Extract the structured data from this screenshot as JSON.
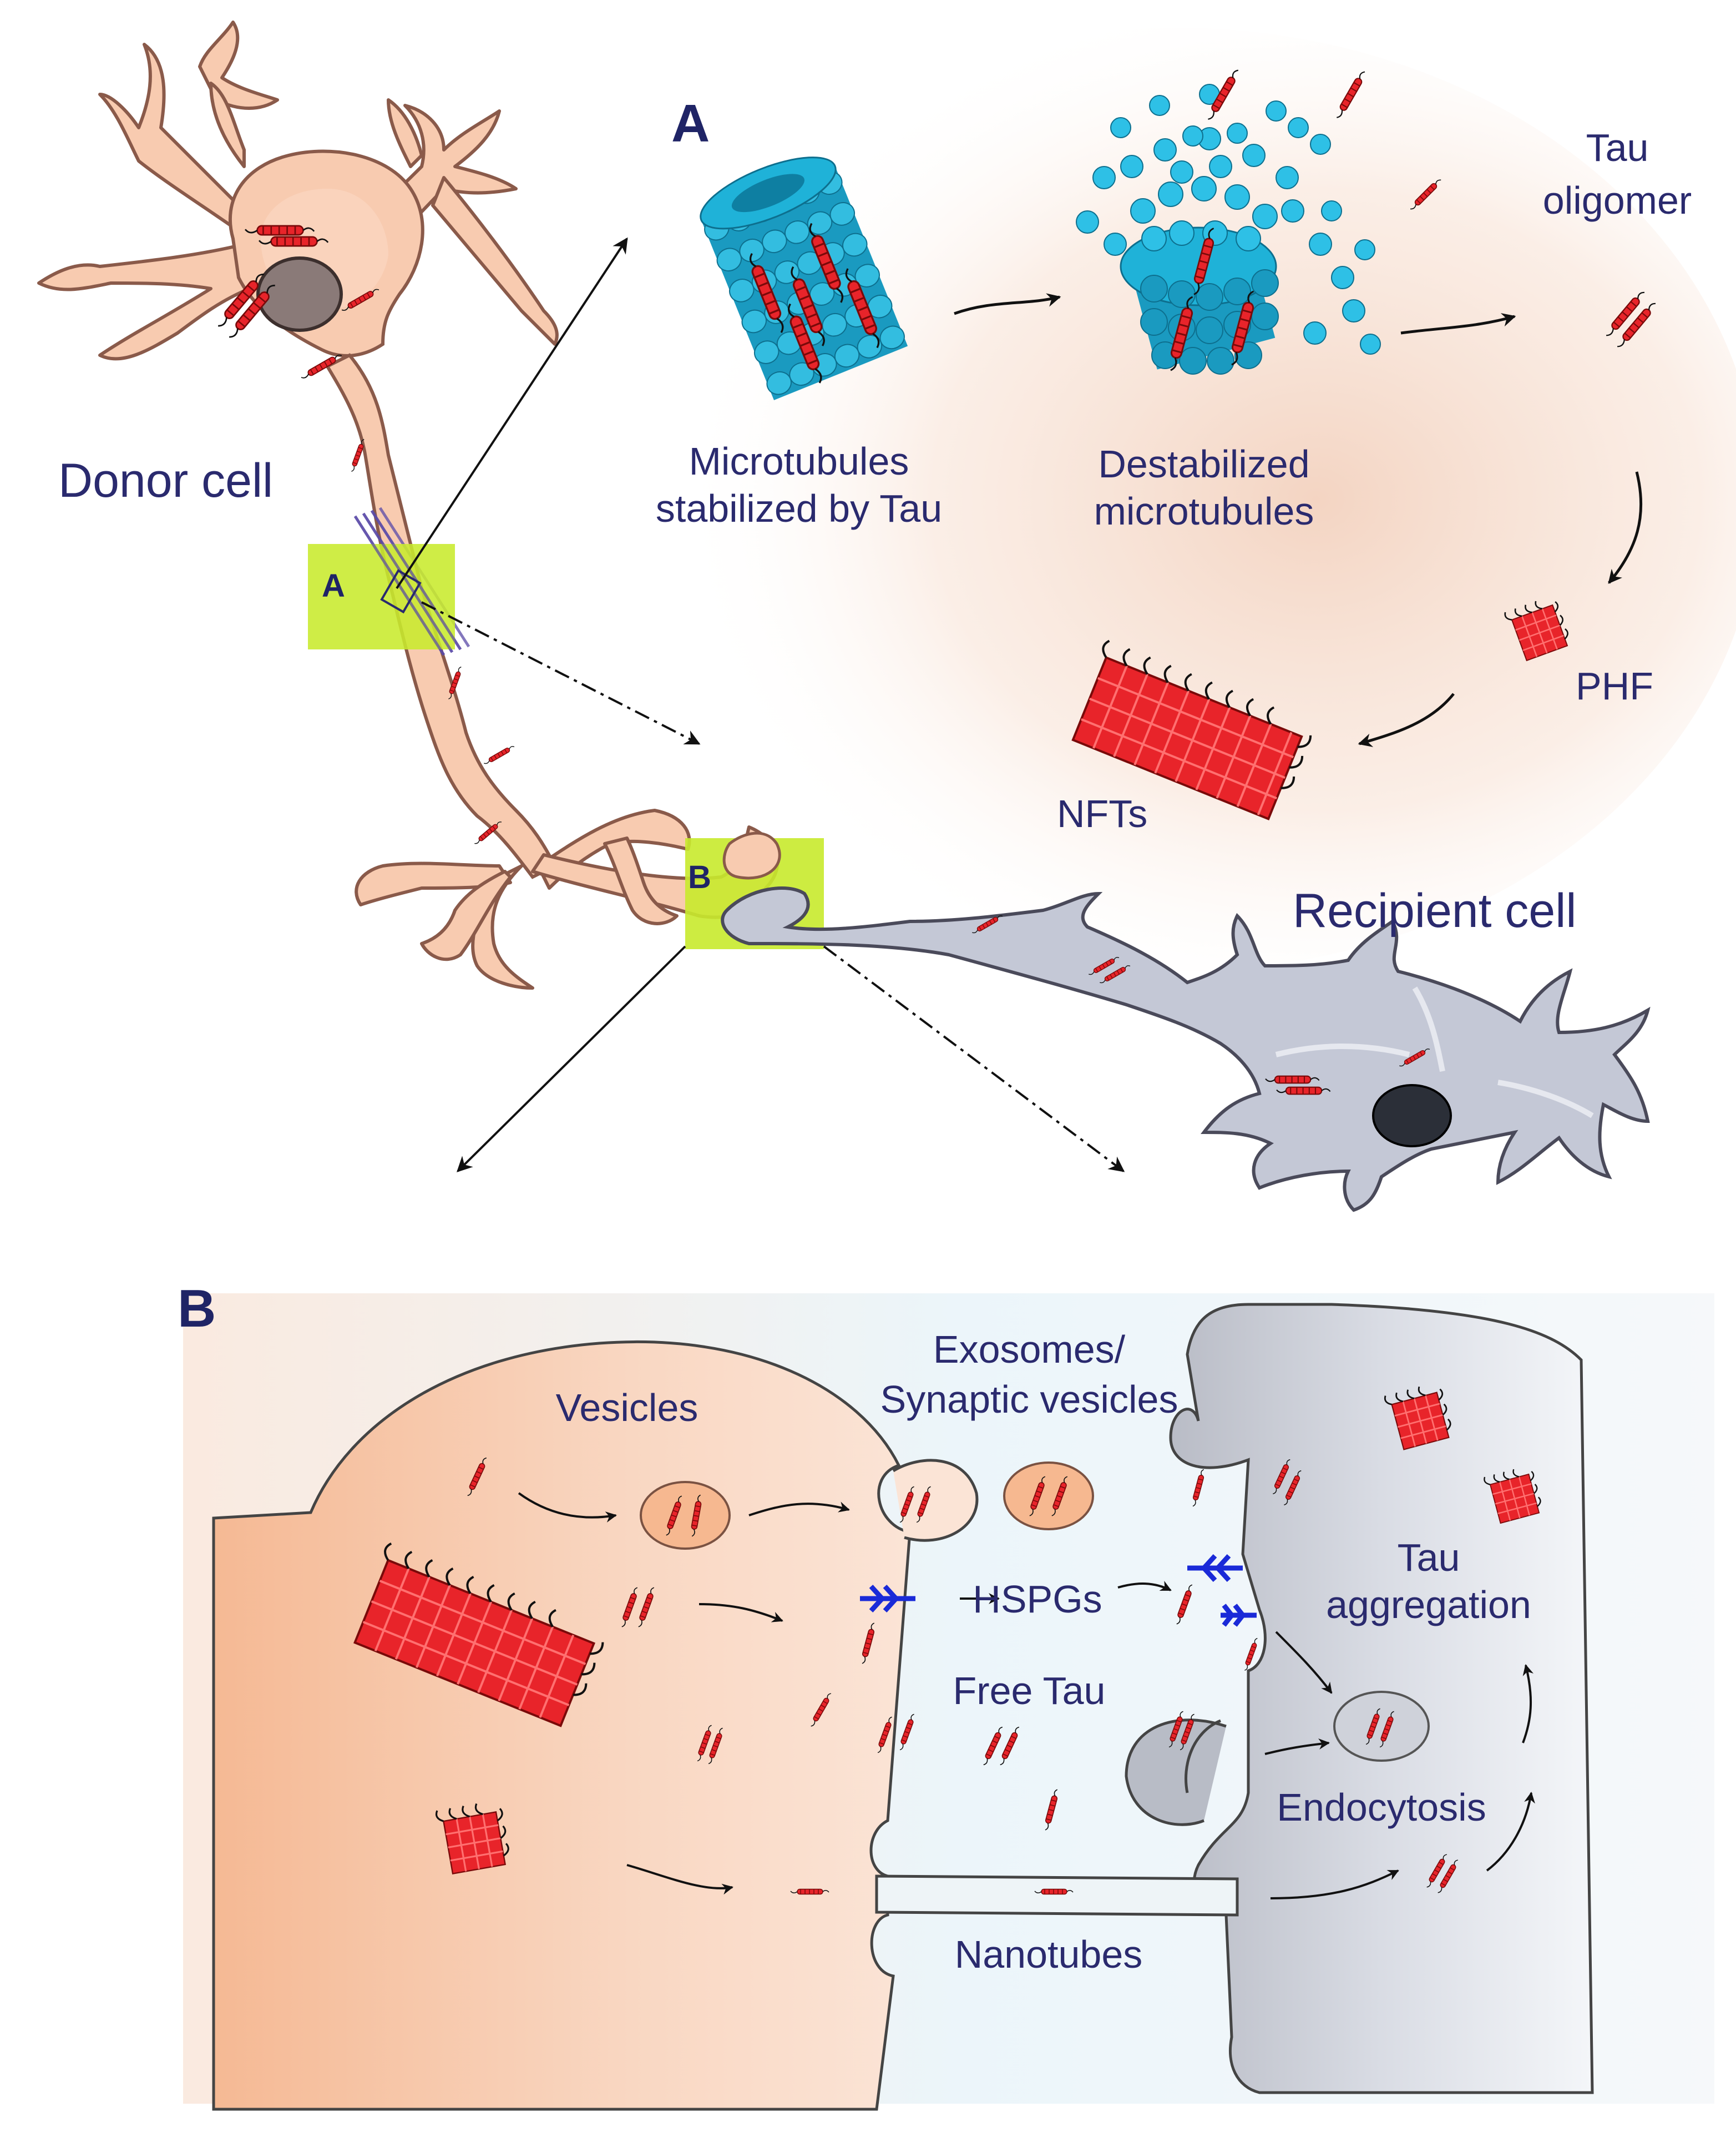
{
  "panel_labels": {
    "a": "A",
    "b": "B"
  },
  "box_labels": {
    "a": "A",
    "b": "B"
  },
  "cells": {
    "donor": "Donor cell",
    "recipient": "Recipient cell"
  },
  "panel_a": {
    "microtubules_stabilized": [
      "Microtubules",
      "stabilized by Tau"
    ],
    "destabilized": [
      "Destabilized",
      "microtubules"
    ],
    "tau_oligomer": [
      "Tau",
      "oligomer"
    ],
    "phf": "PHF",
    "nfts": "NFTs"
  },
  "panel_b": {
    "vesicles": "Vesicles",
    "exosomes": [
      "Exosomes/",
      "Synaptic vesicles"
    ],
    "hspgs": "HSPGs",
    "free_tau": "Free Tau",
    "tau_aggregation": [
      "Tau",
      "aggregation"
    ],
    "endocytosis": "Endocytosis",
    "nanotubes": "Nanotubes"
  },
  "colors": {
    "donor_fill": "#f8cbb0",
    "donor_outline": "#8a5a4a",
    "recipient_fill": "#c4c8d6",
    "recipient_outline": "#4a4a5a",
    "highlight_box": "#c8ea2c",
    "tau_red": "#e8242a",
    "microtubule_blue": "#1aa0c8",
    "hspg_blue": "#1a2ad8",
    "label_navy": "#2a2a6e"
  },
  "icons": [
    "arrow",
    "tau-protein-icon",
    "microtubule-icon",
    "hspg-receptor-icon",
    "vesicle-icon"
  ]
}
